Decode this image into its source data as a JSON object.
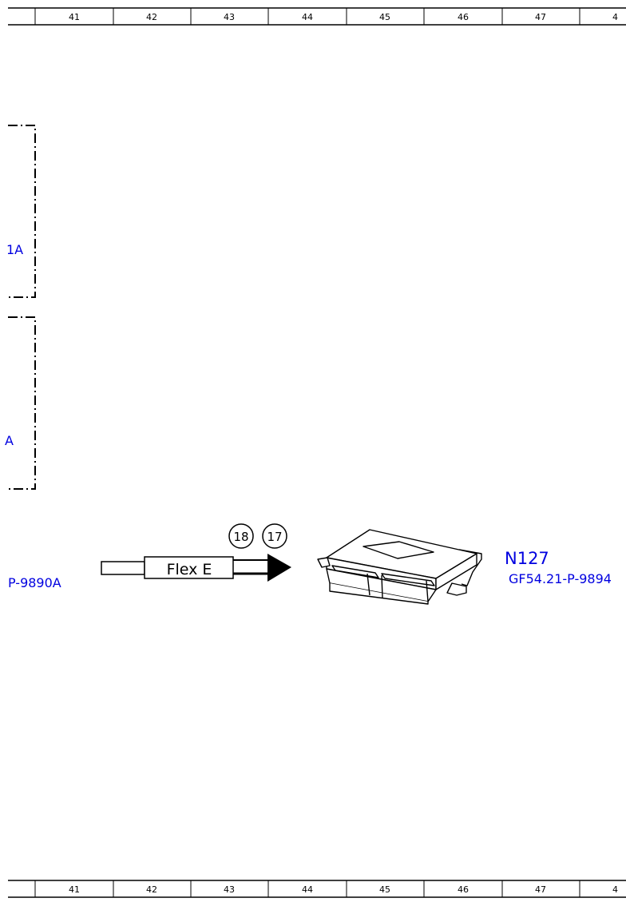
{
  "ruler": {
    "columns": [
      "41",
      "42",
      "43",
      "44",
      "45",
      "46",
      "47",
      "4"
    ]
  },
  "labels": {
    "box1_ref": "1A",
    "box2_ref": "A",
    "left_ref": "P-9890A",
    "connector_name": "Flex E",
    "bubble_a": "18",
    "bubble_b": "17",
    "module_code": "N127",
    "module_ref": "GF54.21-P-9894"
  },
  "colors": {
    "link_blue": "#0000e0",
    "line": "#000000"
  }
}
